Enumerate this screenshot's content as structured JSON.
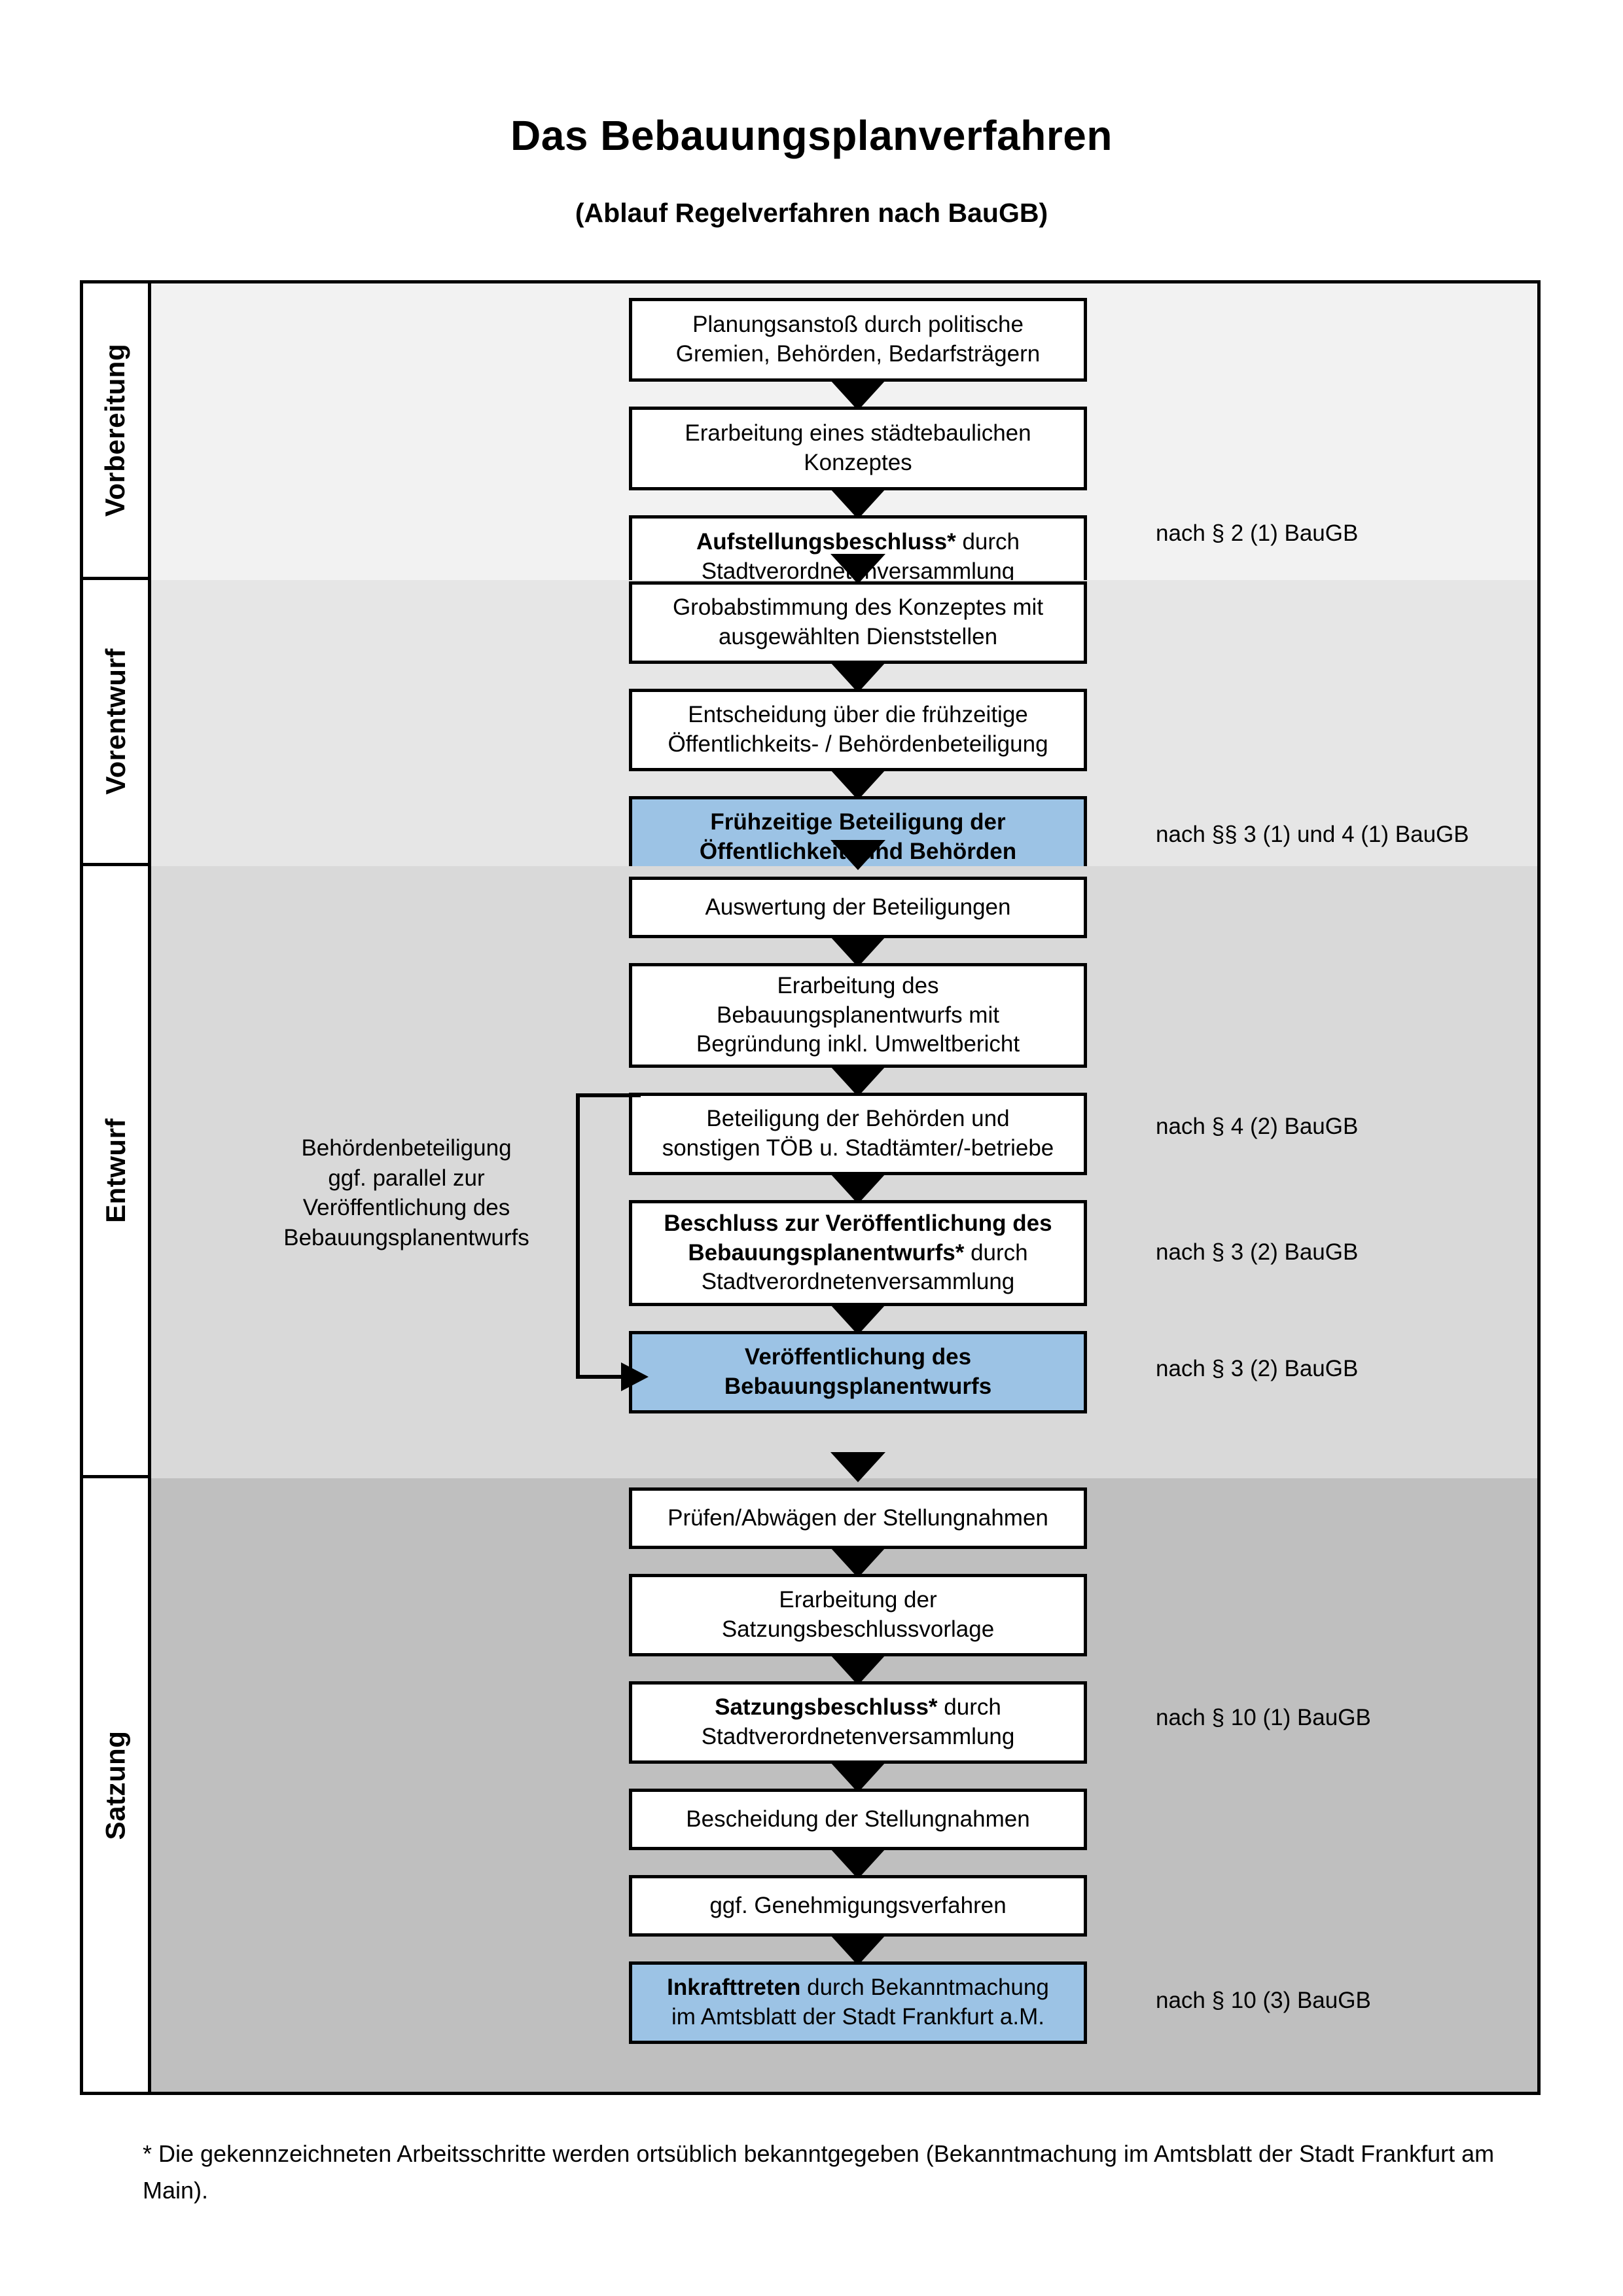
{
  "header": {
    "title": "Das Bebauungsplanverfahren",
    "subtitle": "(Ablauf Regelverfahren nach BauGB)"
  },
  "colors": {
    "highlight_box": "#9CC3E5",
    "band_vorbereitung": "#F2F2F2",
    "band_vorentwurf": "#E6E6E6",
    "band_entwurf": "#D9D9D9",
    "band_satzung": "#BFBFBF",
    "border": "#000000"
  },
  "phases": [
    {
      "id": "vorbereitung",
      "label": "Vorbereitung"
    },
    {
      "id": "vorentwurf",
      "label": "Vorentwurf"
    },
    {
      "id": "entwurf",
      "label": "Entwurf"
    },
    {
      "id": "satzung",
      "label": "Satzung"
    }
  ],
  "steps": [
    {
      "id": "planungsanstoss",
      "phase": "vorbereitung",
      "lines": [
        "Planungsanstoß durch politische",
        "Gremien, Behörden, Bedarfsträgern"
      ],
      "bold_prefix": "",
      "highlight": false
    },
    {
      "id": "erarbeitung-konzept",
      "phase": "vorbereitung",
      "lines": [
        "Erarbeitung eines städtebaulichen",
        "Konzeptes"
      ],
      "bold_prefix": "",
      "highlight": false
    },
    {
      "id": "aufstellungsbeschluss",
      "phase": "vorbereitung",
      "bold_prefix": "Aufstellungsbeschluss*",
      "rest": " durch",
      "lines": [
        "Stadtverordnetenversammlung"
      ],
      "highlight": false
    },
    {
      "id": "grobabstimmung",
      "phase": "vorentwurf",
      "lines": [
        "Grobabstimmung des Konzeptes mit",
        "ausgewählten Dienststellen"
      ],
      "bold_prefix": "",
      "highlight": false
    },
    {
      "id": "entscheidung-fruehzeitige",
      "phase": "vorentwurf",
      "lines": [
        "Entscheidung über die frühzeitige",
        "Öffentlichkeits- / Behördenbeteiligung"
      ],
      "bold_prefix": "",
      "highlight": false
    },
    {
      "id": "fruehzeitige-beteiligung",
      "phase": "vorentwurf",
      "bold_lines": [
        "Frühzeitige Beteiligung der",
        "Öffentlichkeit* und Behörden"
      ],
      "highlight": true
    },
    {
      "id": "auswertung-beteiligungen",
      "phase": "entwurf",
      "lines": [
        "Auswertung der Beteiligungen"
      ],
      "bold_prefix": "",
      "highlight": false
    },
    {
      "id": "erarbeitung-entwurf",
      "phase": "entwurf",
      "lines": [
        "Erarbeitung des",
        "Bebauungsplanentwurfs mit",
        "Begründung inkl. Umweltbericht"
      ],
      "bold_prefix": "",
      "highlight": false
    },
    {
      "id": "beteiligung-behoerden",
      "phase": "entwurf",
      "lines": [
        "Beteiligung der Behörden und",
        "sonstigen TÖB u. Stadtämter/-betriebe"
      ],
      "bold_prefix": "",
      "highlight": false
    },
    {
      "id": "beschluss-veroeffentlichung",
      "phase": "entwurf",
      "bold_lines": [
        "Beschluss zur Veröffentlichung des",
        "Bebauungsplanentwurfs*"
      ],
      "rest": " durch",
      "lines": [
        "Stadtverordnetenversammlung"
      ],
      "highlight": false
    },
    {
      "id": "veroeffentlichung-entwurf",
      "phase": "entwurf",
      "bold_lines": [
        "Veröffentlichung des",
        "Bebauungsplanentwurfs"
      ],
      "highlight": true
    },
    {
      "id": "pruefen-abwaegen",
      "phase": "satzung",
      "lines": [
        "Prüfen/Abwägen der Stellungnahmen"
      ],
      "bold_prefix": "",
      "highlight": false
    },
    {
      "id": "erarbeitung-satzungsvorlage",
      "phase": "satzung",
      "lines": [
        "Erarbeitung der",
        "Satzungsbeschlussvorlage"
      ],
      "bold_prefix": "",
      "highlight": false
    },
    {
      "id": "satzungsbeschluss",
      "phase": "satzung",
      "bold_prefix": "Satzungsbeschluss*",
      "rest": " durch",
      "lines": [
        "Stadtverordnetenversammlung"
      ],
      "highlight": false
    },
    {
      "id": "bescheidung",
      "phase": "satzung",
      "lines": [
        "Bescheidung der Stellungnahmen"
      ],
      "bold_prefix": "",
      "highlight": false
    },
    {
      "id": "genehmigungsverfahren",
      "phase": "satzung",
      "lines": [
        "ggf. Genehmigungsverfahren"
      ],
      "bold_prefix": "",
      "highlight": false
    },
    {
      "id": "inkrafttreten",
      "phase": "satzung",
      "bold_prefix": "Inkrafttreten",
      "rest": " durch Bekanntmachung",
      "lines": [
        "im Amtsblatt der Stadt Frankfurt a.M."
      ],
      "highlight": true
    }
  ],
  "legal_refs": [
    {
      "id": "ref-par2-1",
      "text": "nach § 2 (1) BauGB",
      "for_step": "aufstellungsbeschluss"
    },
    {
      "id": "ref-par3-4-1",
      "text": "nach §§ 3 (1) und 4 (1) BauGB",
      "for_step": "fruehzeitige-beteiligung"
    },
    {
      "id": "ref-par4-2",
      "text": "nach § 4 (2) BauGB",
      "for_step": "beteiligung-behoerden"
    },
    {
      "id": "ref-par3-2a",
      "text": "nach § 3 (2) BauGB",
      "for_step": "beschluss-veroeffentlichung"
    },
    {
      "id": "ref-par3-2b",
      "text": "nach § 3 (2) BauGB",
      "for_step": "veroeffentlichung-entwurf"
    },
    {
      "id": "ref-par10-1",
      "text": "nach § 10 (1) BauGB",
      "for_step": "satzungsbeschluss"
    },
    {
      "id": "ref-par10-3",
      "text": "nach § 10 (3) BauGB",
      "for_step": "inkrafttreten"
    }
  ],
  "entwurf_note": {
    "lines": [
      "Behördenbeteiligung",
      "ggf. parallel zur",
      "Veröffentlichung des",
      "Bebauungsplanentwurfs"
    ]
  },
  "footnote": {
    "text": "* Die gekennzeichneten Arbeitsschritte werden ortsüblich bekanntgegeben (Bekanntmachung im Amtsblatt  der Stadt Frankfurt am Main)."
  }
}
